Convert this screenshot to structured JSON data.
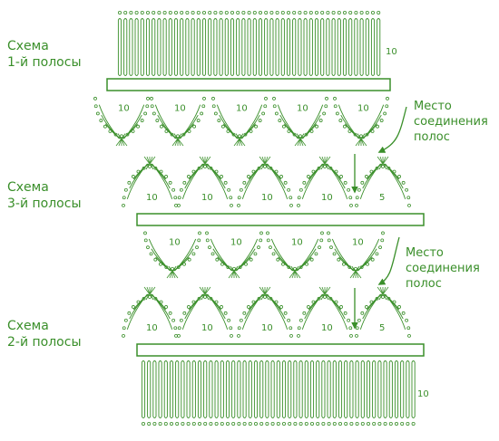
{
  "colors": {
    "ink": "#3a8f2a",
    "ink_light": "#6bb84c",
    "background": "#ffffff"
  },
  "labels": {
    "scheme_strip_1": [
      "Схема",
      "1-й полосы"
    ],
    "scheme_strip_3": [
      "Схема",
      "3-й полосы"
    ],
    "scheme_strip_2": [
      "Схема",
      "2-й полосы"
    ],
    "joint_upper": [
      "Место",
      "соединения",
      "полос"
    ],
    "joint_lower": [
      "Место",
      "соединения",
      "полос"
    ]
  },
  "counts": {
    "top_fringe": "10",
    "bottom_fringe": "10",
    "fan": "10",
    "fan_end": "5"
  }
}
